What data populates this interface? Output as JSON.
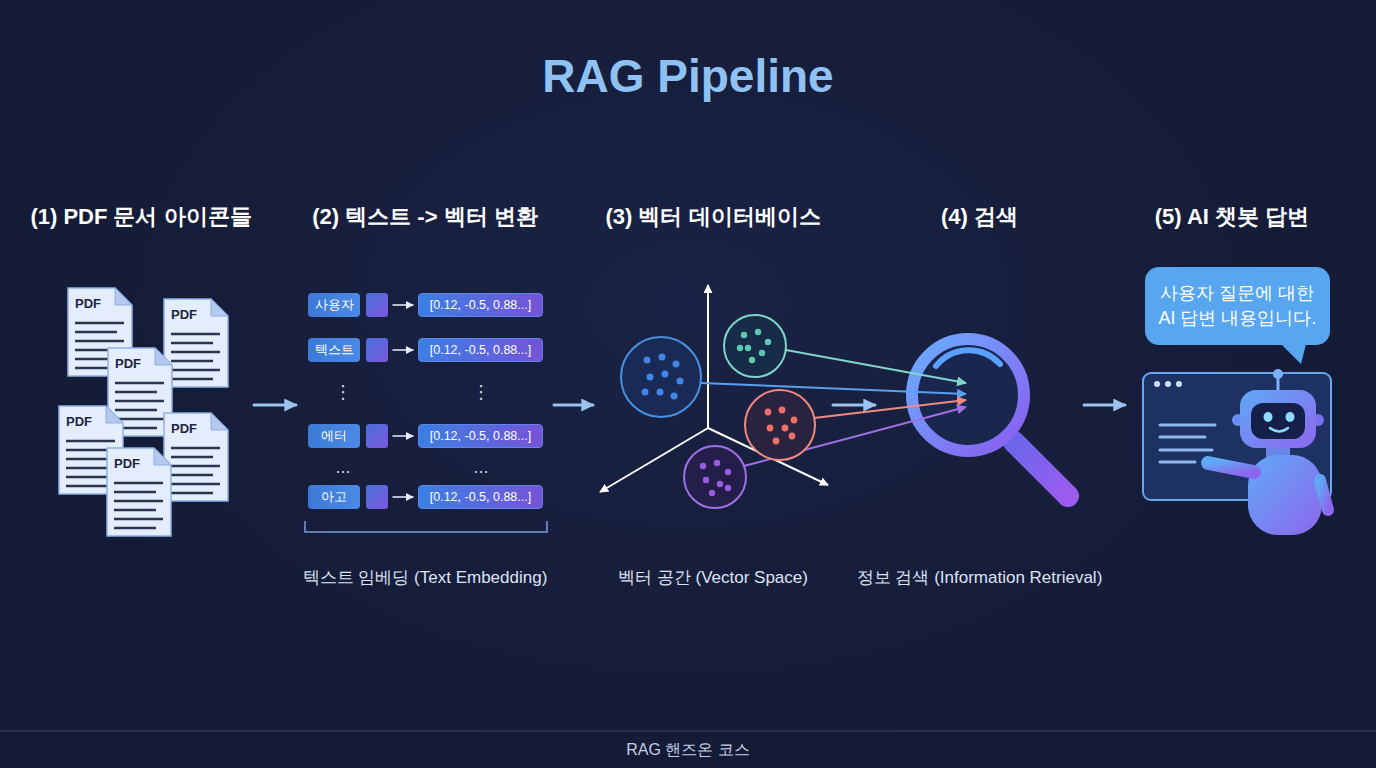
{
  "diagram": {
    "title": "RAG Pipeline",
    "caption": "RAG 핸즈온 코스",
    "nodes": [
      {
        "text": [
          "(1) PDF 문서 아이콘들"
        ]
      },
      {
        "text": [
          "PDF"
        ],
        "in": 0
      },
      {
        "text": [
          "PDF"
        ],
        "in": 0
      },
      {
        "text": [
          "PDF"
        ],
        "in": 0
      },
      {
        "text": [
          "PDF"
        ],
        "in": 0
      },
      {
        "text": [
          "PDF"
        ],
        "in": 0
      },
      {
        "text": [
          "PDF"
        ],
        "in": 0
      },
      {
        "text": [
          "(2) 텍스트 -> 벡터 변환",
          "텍스트 임베딩 (Text Embedding)"
        ]
      },
      {
        "text": [
          "사용자"
        ],
        "in": 7
      },
      {
        "text": [
          "[0.12, -0.5, 0.88...]"
        ],
        "in": 7
      },
      {
        "text": [
          "텍스트"
        ],
        "in": 7
      },
      {
        "text": [
          "[0.12, -0.5, 0.88...]"
        ],
        "in": 7
      },
      {
        "text": [
          "에터"
        ],
        "in": 7
      },
      {
        "text": [
          "[0.12, -0.5, 0.88...]"
        ],
        "in": 7
      },
      {
        "text": [
          "아고"
        ],
        "in": 7
      },
      {
        "text": [
          "[0.12, -0.5, 0.88...]"
        ],
        "in": 7
      },
      {
        "text": [
          "(3) 벡터 데이터베이스",
          "벡터 공간 (Vector Space)"
        ]
      },
      {
        "text": [
          "(4) 검색",
          "정보 검색 (Information Retrieval)"
        ]
      },
      {
        "text": [
          "(5) AI 챗봇 답변"
        ]
      },
      {
        "text": [
          "사용자 질문에 대한 AI 답변 내용입니다."
        ],
        "in": 18
      }
    ],
    "edges": [
      {
        "from": 0,
        "to": 7,
        "arrow": "to"
      },
      {
        "from": 7,
        "to": 16,
        "arrow": "to"
      },
      {
        "from": 16,
        "to": 17,
        "arrow": "to"
      },
      {
        "from": 17,
        "to": 18,
        "arrow": "to"
      },
      {
        "from": 8,
        "to": 9,
        "arrow": "to"
      },
      {
        "from": 10,
        "to": 11,
        "arrow": "to"
      },
      {
        "from": 12,
        "to": 13,
        "arrow": "to"
      },
      {
        "from": 14,
        "to": 15,
        "arrow": "to"
      }
    ],
    "labels": [
      "⋮",
      "⋮",
      "...",
      "..."
    ]
  }
}
